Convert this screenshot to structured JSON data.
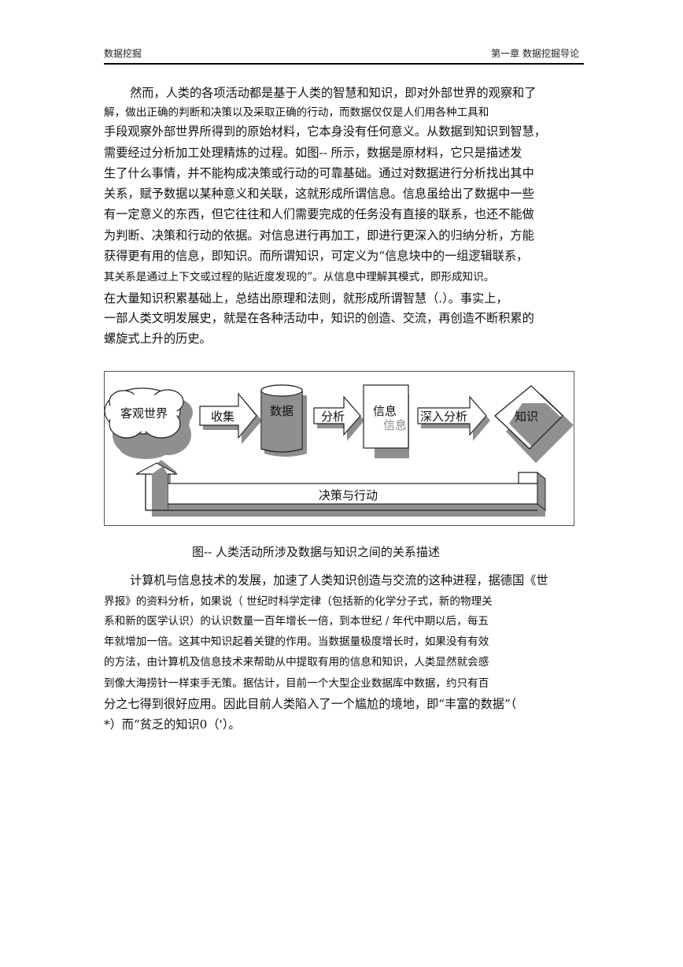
{
  "header": {
    "left": "数据挖掘",
    "right": "第一章  数据挖掘导论"
  },
  "para1": [
    "然而，人类的各项活动都是基于人类的智慧和知识，即对外部世界的观察和了",
    "解，做出正确的判断和决策以及采取正确的行动，而数据仅仅是人们用各种工具和",
    "手段观察外部世界所得到的原始材料，它本身没有任何意义。从数据到知识到智慧，",
    "需要经过分析加工处理精炼的过程。如图--  所示，数据是原材料，它只是描述发",
    "生了什么事情，并不能构成决策或行动的可靠基础。通过对数据进行分析找出其中",
    "关系，赋予数据以某种意义和关联，这就形成所谓信息。信息虽给出了数据中一些",
    "有一定意义的东西，但它往往和人们需要完成的任务没有直接的联系，也还不能做",
    "为判断、决策和行动的依据。对信息进行再加工，即进行更深入的归纳分析，方能",
    "获得更有用的信息，即知识。而所谓知识，可定义为“信息块中的一组逻辑联系，",
    "其关系是通过上下文或过程的贴近度发现的”。从信息中理解其模式，即形成知识。",
    "在大量知识积累基础上，总结出原理和法则，就形成所谓智慧（.）。事实上，",
    "一部人类文明发展史，就是在各种活动中，知识的创造、交流，再创造不断积累的",
    "螺旋式上升的历史。"
  ],
  "figure": {
    "world": "客观世界",
    "collect": "收集",
    "data": "数据",
    "analyze": "分析",
    "info": "信息",
    "info_shadow": "信息",
    "deep_analyze": "深入分析",
    "knowledge": "知识",
    "decision": "决策与行动"
  },
  "caption": "图--  人类活动所涉及数据与知识之间的关系描述",
  "para2": [
    "计算机与信息技术的发展，加速了人类知识创造与交流的这种进程，据德国《世",
    "界报》的资料分析，如果说（ 世纪时科学定律（包括新的化学分子式，新的物理关",
    "系和新的医学认识）的认识数量一百年增长一倍，到本世纪 / 年代中期以后，每五",
    "年就增加一倍。这其中知识起着关键的作用。当数据量极度增长时，如果没有有效",
    "的方法，由计算机及信息技术来帮助从中提取有用的信息和知识，人类显然就会感",
    "到像大海捞针一样束手无策。据估计，目前一个大型企业数据库中数据，约只有百",
    "分之七得到很好应用。因此目前人类陷入了一个尴尬的境地，即“丰富的数据”（",
    "*）而“贫乏的知识0（'）。"
  ]
}
